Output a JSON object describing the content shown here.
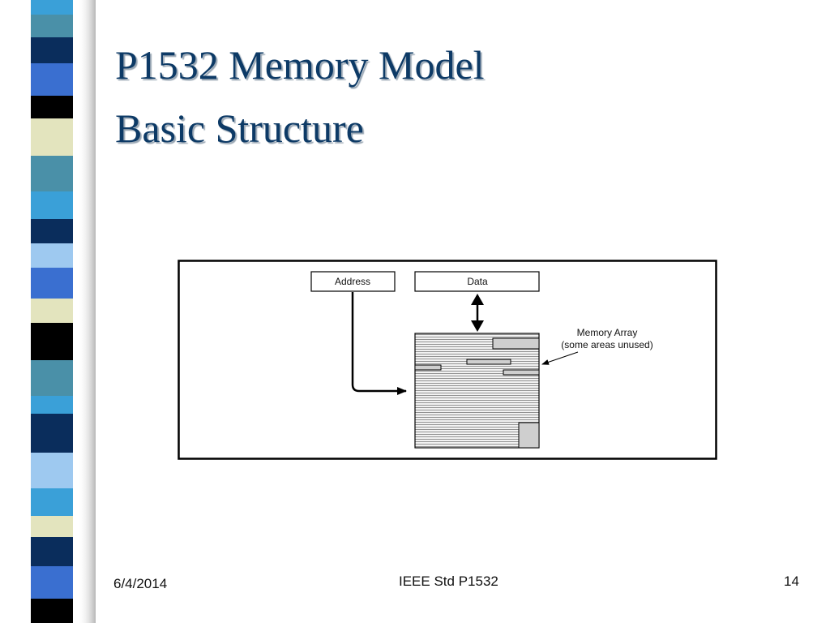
{
  "slide": {
    "title_line1": "P1532 Memory Model",
    "title_line2": "Basic Structure"
  },
  "diagram": {
    "address_label": "Address",
    "data_label": "Data",
    "memory_array_label": "Memory Array",
    "memory_array_note": "(some areas unused)"
  },
  "footer": {
    "date": "6/4/2014",
    "center": "IEEE Std P1532",
    "page_number": "14"
  },
  "colors": {
    "title": "#0d3a66",
    "strip": [
      "#1c5a7a",
      "#3a7fd0",
      "#0a2d5c",
      "#000000",
      "#e3e4be",
      "#4a90a8",
      "#5aa7d8",
      "#9ec9f0"
    ]
  }
}
